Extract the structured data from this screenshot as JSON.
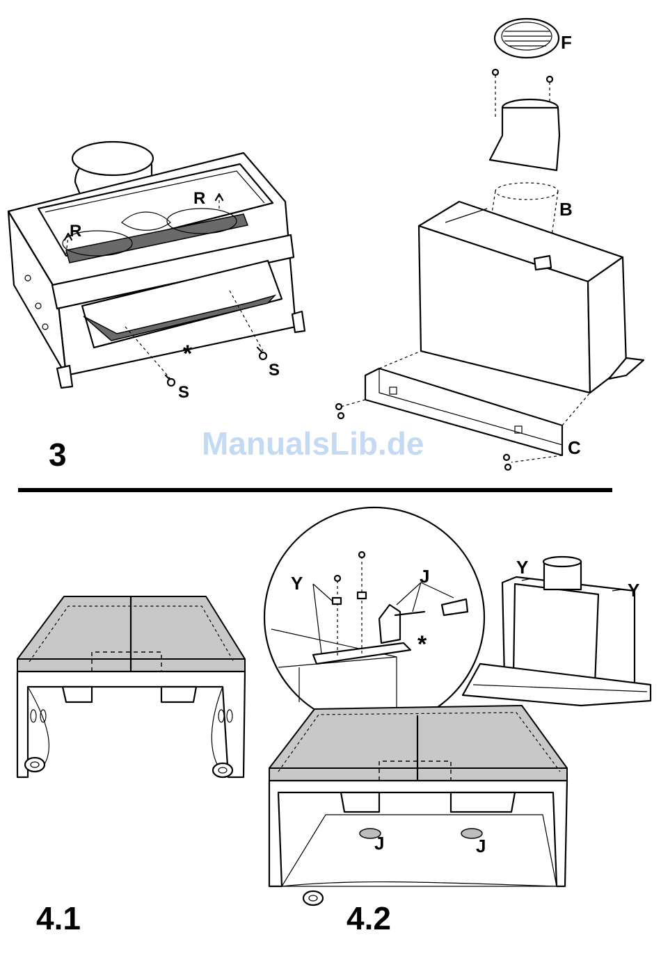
{
  "watermark": {
    "text": "ManualsLib.de",
    "color": "#b9d3f0"
  },
  "figure3": {
    "number": "3",
    "labels": {
      "R1": "R",
      "R2": "R",
      "S1": "S",
      "S2": "S",
      "star": "*",
      "F": "F",
      "B": "B",
      "C": "C"
    }
  },
  "figure41": {
    "number": "4.1"
  },
  "figure42": {
    "number": "4.2",
    "labels": {
      "Y1": "Y",
      "J1": "J",
      "star": "*",
      "Y2": "Y",
      "Y3": "Y",
      "J2": "J",
      "J3": "J"
    }
  },
  "colors": {
    "panel_fill": "#c8c8c8",
    "line": "#000000",
    "pad_fill": "#bdbdbd"
  }
}
